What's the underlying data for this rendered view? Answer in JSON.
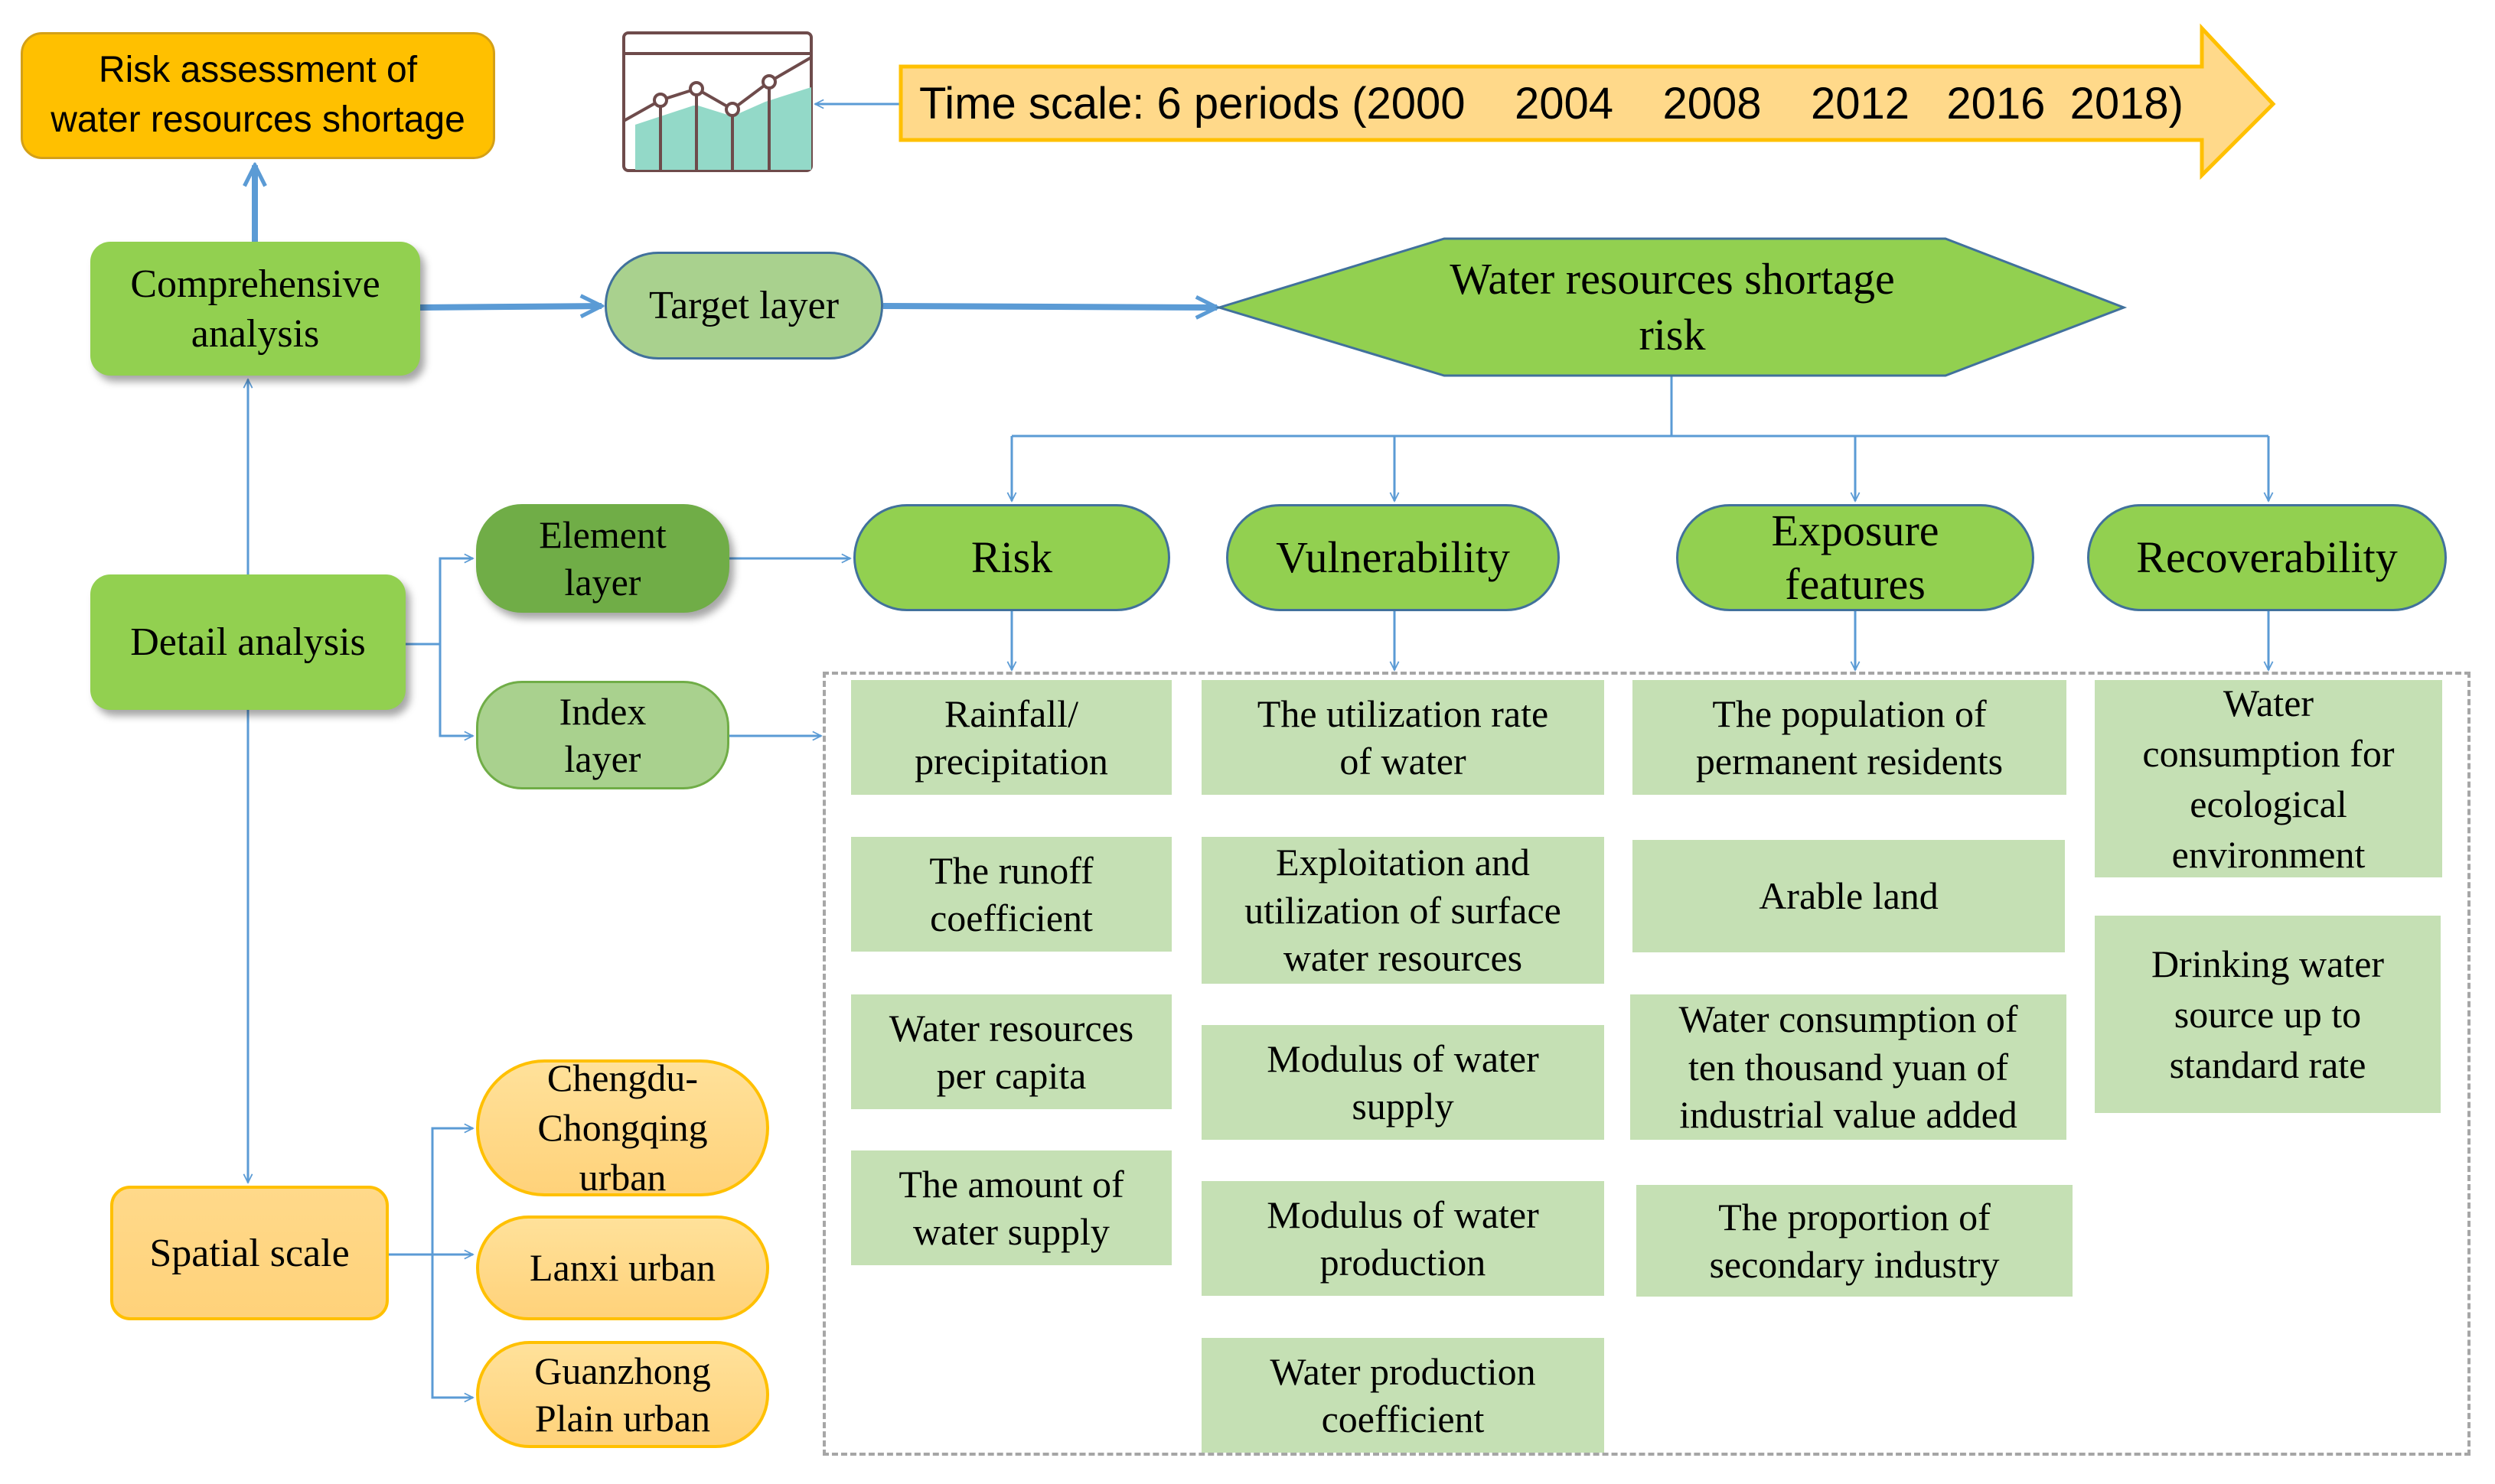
{
  "title_box": {
    "label": "Risk assessment of\nwater resources shortage"
  },
  "time_scale": {
    "label": "Time scale: 6 periods (2000    2004    2008    2012   2016  2018)",
    "periods": [
      "2000",
      "2004",
      "2008",
      "2012",
      "2016",
      "2018"
    ],
    "icon": "line-chart-icon"
  },
  "analysis": {
    "comprehensive": "Comprehensive\nanalysis",
    "detail": "Detail analysis",
    "spatial": "Spatial scale"
  },
  "layers": {
    "target": "Target layer",
    "element": "Element\nlayer",
    "index": "Index\nlayer"
  },
  "target_node": {
    "label": "Water resources shortage\nrisk"
  },
  "spatial_units": [
    {
      "label": "Chengdu-\nChongqing\nurban"
    },
    {
      "label": "Lanxi urban"
    },
    {
      "label": "Guanzhong\nPlain urban"
    }
  ],
  "elements": [
    {
      "label": "Risk"
    },
    {
      "label": "Vulnerability"
    },
    {
      "label": "Exposure\nfeatures"
    },
    {
      "label": "Recoverability"
    }
  ],
  "indices": {
    "risk": [
      "Rainfall/\nprecipitation",
      "The runoff\ncoefficient",
      "Water resources\nper capita",
      "The amount of\nwater supply"
    ],
    "vulnerability": [
      "The utilization rate\nof water",
      "Exploitation and\nutilization of surface\nwater resources",
      "Modulus of water\nsupply",
      "Modulus of water\nproduction",
      "Water production\ncoefficient"
    ],
    "exposure": [
      "The population of\npermanent residents",
      "Arable land",
      "Water consumption of\nten thousand yuan of\nindustrial value added",
      "The proportion of\nsecondary industry"
    ],
    "recoverability": [
      "Water\nconsumption for\necological\nenvironment",
      "Drinking water\nsource up to\nstandard rate"
    ]
  },
  "colors": {
    "connector": "#5b9bd5",
    "green_main": "#92d050",
    "green_light": "#a9d18e",
    "green_dark": "#70ad47",
    "index_fill": "#c5e0b4",
    "orange": "#ffc000",
    "orange_light": "#ffd98a"
  }
}
